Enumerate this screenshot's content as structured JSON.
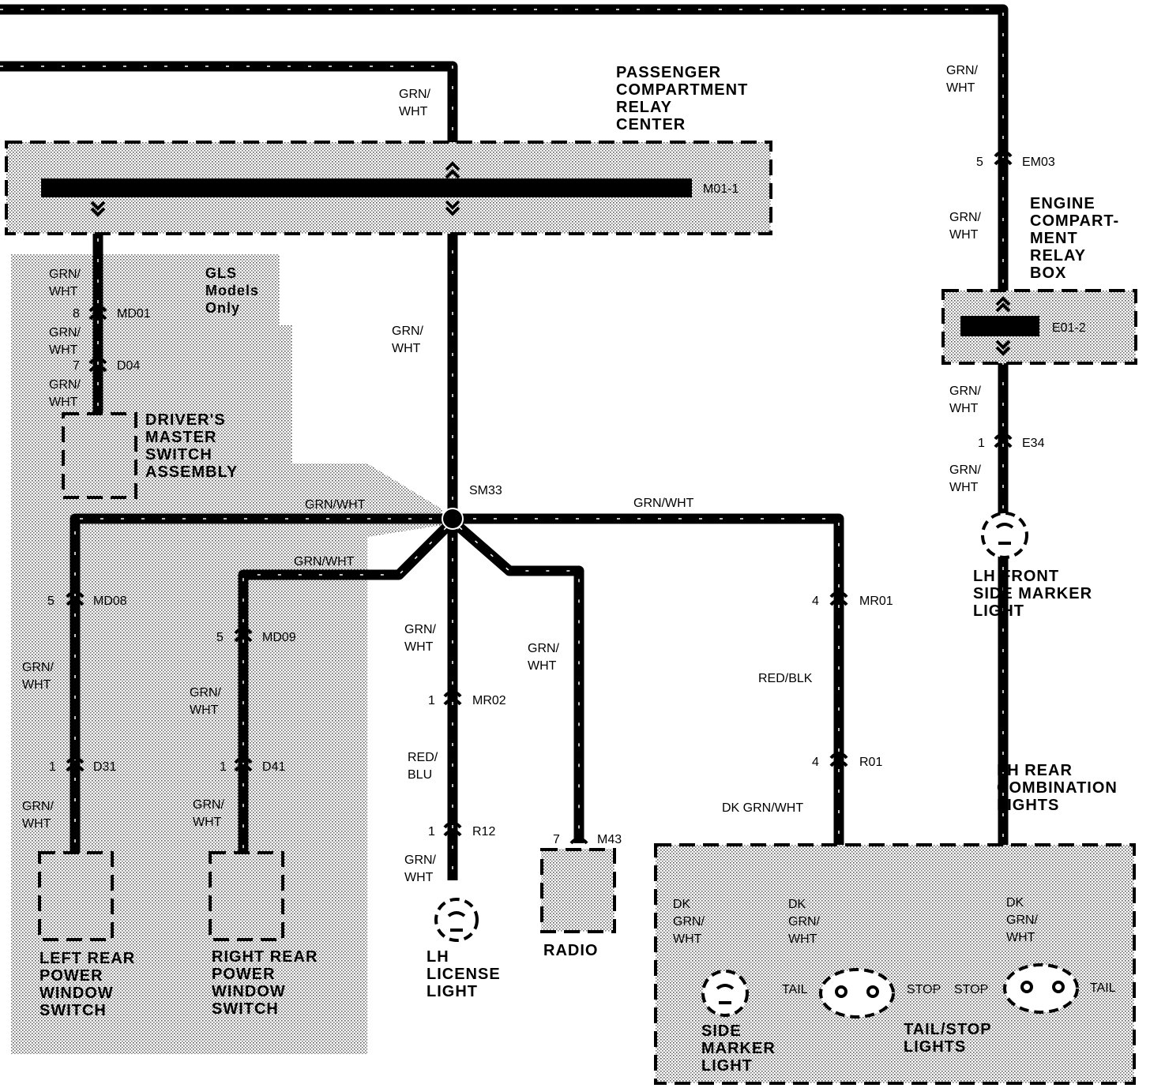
{
  "wires": {
    "grn_wht": "GRN/\nWHT",
    "grn_wht_inline": "GRN/WHT",
    "red_blk": "RED/BLK",
    "red_blu": "RED/\nBLU",
    "dk_grn_wht_inline": "DK GRN/WHT",
    "dk_grn_wht": "DK\nGRN/\nWHT"
  },
  "components": {
    "passenger_relay_center": "PASSENGER\nCOMPARTMENT\nRELAY\nCENTER",
    "engine_relay_box": "ENGINE\nCOMPART-\nMENT\nRELAY\nBOX",
    "gls_note": "GLS\nModels\nOnly",
    "drivers_master_switch": "DRIVER'S\nMASTER\nSWITCH\nASSEMBLY",
    "left_rear_window": "LEFT REAR\nPOWER\nWINDOW\nSWITCH",
    "right_rear_window": "RIGHT REAR\nPOWER\nWINDOW\nSWITCH",
    "lh_license_light": "LH\nLICENSE\nLIGHT",
    "radio": "RADIO",
    "lh_front_side_marker": "LH FRONT\nSIDE MARKER\nLIGHT",
    "lh_rear_combination": "LH REAR\nCOMBINATION\nLIGHTS",
    "side_marker_light": "SIDE\nMARKER\nLIGHT",
    "tail_stop_lights": "TAIL/STOP\nLIGHTS",
    "tail": "TAIL",
    "stop": "STOP"
  },
  "connectors": {
    "m01_1": "M01-1",
    "e01_2": "E01-2",
    "em03": "EM03",
    "em03_pin": "5",
    "md01": "MD01",
    "md01_pin": "8",
    "d04": "D04",
    "d04_pin": "7",
    "sm33": "SM33",
    "md08": "MD08",
    "md08_pin": "5",
    "md09": "MD09",
    "md09_pin": "5",
    "d31": "D31",
    "d31_pin": "1",
    "d41": "D41",
    "d41_pin": "1",
    "mr02": "MR02",
    "mr02_pin": "1",
    "r12": "R12",
    "r12_pin": "1",
    "m43": "M43",
    "m43_pin": "7",
    "mr01": "MR01",
    "mr01_pin": "4",
    "r01": "R01",
    "r01_pin": "4",
    "e34": "E34",
    "e34_pin": "1"
  }
}
